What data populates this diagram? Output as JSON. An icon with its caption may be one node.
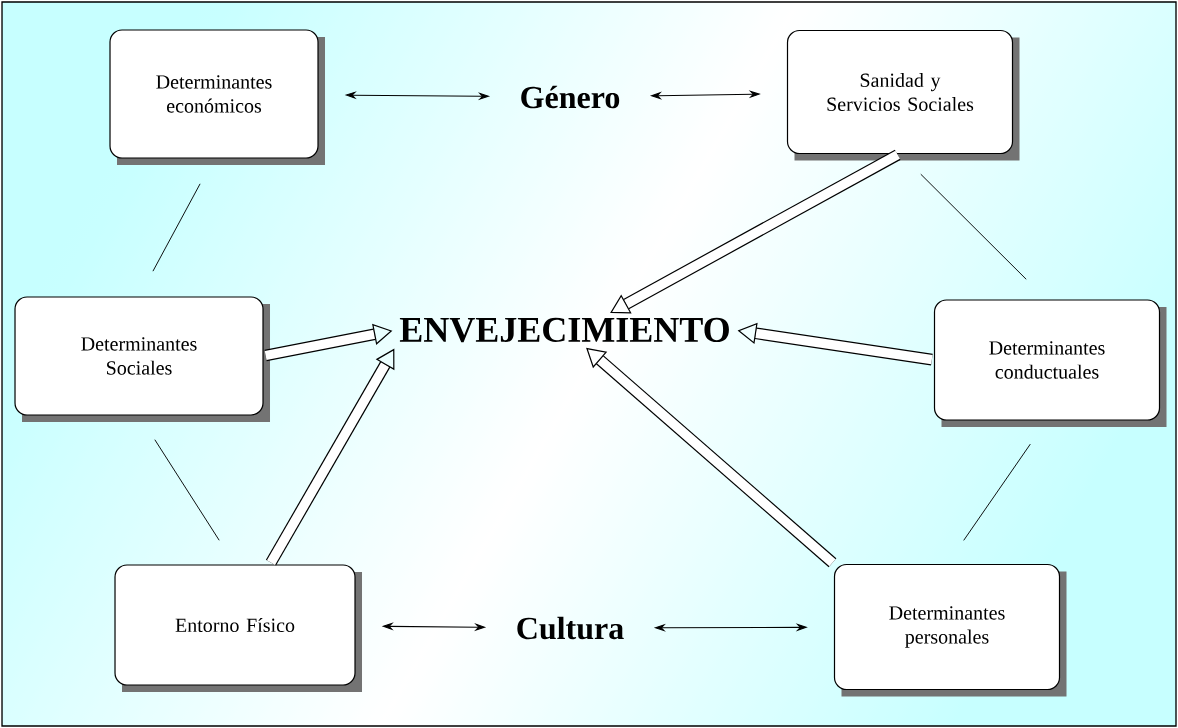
{
  "diagram": {
    "nodes": [
      {
        "text": [
          "Determinantes económicos"
        ]
      },
      {
        "text": [
          "Género"
        ]
      },
      {
        "text": [
          "Sanidad y Servicios Sociales"
        ]
      },
      {
        "text": [
          "Determinantes Sociales"
        ]
      },
      {
        "text": [
          "ENVEJECIMIENTO"
        ]
      },
      {
        "text": [
          "Determinantes conductuales"
        ]
      },
      {
        "text": [
          "Entorno Físico"
        ]
      },
      {
        "text": [
          "Cultura"
        ]
      },
      {
        "text": [
          "Determinantes personales"
        ]
      }
    ],
    "edges": [
      {
        "from": 0,
        "to": 1,
        "arrow": "both"
      },
      {
        "from": 1,
        "to": 2,
        "arrow": "both"
      },
      {
        "from": 6,
        "to": 7,
        "arrow": "both"
      },
      {
        "from": 7,
        "to": 8,
        "arrow": "both"
      },
      {
        "from": 0,
        "to": 3,
        "arrow": "none"
      },
      {
        "from": 3,
        "to": 6,
        "arrow": "none"
      },
      {
        "from": 2,
        "to": 5,
        "arrow": "none"
      },
      {
        "from": 5,
        "to": 8,
        "arrow": "none"
      },
      {
        "from": 2,
        "to": 4,
        "arrow": "to",
        "style": "thick"
      },
      {
        "from": 3,
        "to": 4,
        "arrow": "to",
        "style": "thick"
      },
      {
        "from": 5,
        "to": 4,
        "arrow": "to",
        "style": "thick"
      },
      {
        "from": 6,
        "to": 4,
        "arrow": "to",
        "style": "thick"
      },
      {
        "from": 8,
        "to": 4,
        "arrow": "to",
        "style": "thick"
      }
    ]
  }
}
